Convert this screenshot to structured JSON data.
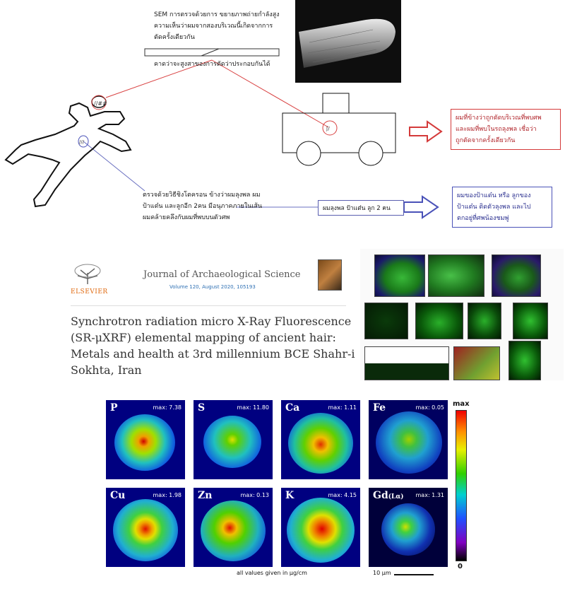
{
  "top_diagram": {
    "sem_caption_line1": "SEM การตรวจด้วยการ  ขยายภาพถ่ายกำลังสูง",
    "sem_caption_line2": "ความเห็นว่าผมจากสองบริเวณนี้เกิดจากการ",
    "sem_caption_line3": "ตัดครั้งเดียวกัน",
    "sem_caption_line4": "คาดว่าจะสูงสาของการตัดว่าประกอบกันได้",
    "red_box_line1": "ผมที่ข้างว่าถูกตัดบริเวณที่พบศพ",
    "red_box_line2": "และผมที่พบในรถลุงพล เชื่อว่า",
    "red_box_line3": "ถูกตัดจากครั้งเดียวกัน",
    "dna_line1": "ตรวจด้วยวิธีชิงโตครอน ข้างว่าผมลุงพล ผม",
    "dna_line2": "ป้าแต๋น และลูกอีก 2คน มีอนุภาคภายในเส้น",
    "dna_line3": "ผมคล้ายคลึงกับผมที่พบบนตัวศพ",
    "mid_box": "ผมลุงพล ป้าแต๋น ลูก 2 คน",
    "blue_box_line1": "ผมของป้าแต๋น หรือ ลูกของ",
    "blue_box_line2": "ป้าแต๋น ติดตัวลุงพล และไป",
    "blue_box_line3": "ตกอยู่ที่ศพน้องชมพู่"
  },
  "paper": {
    "publisher": "ELSEVIER",
    "journal": "Journal of Archaeological Science",
    "volume": "Volume 120, August 2020, 105193",
    "title_line1": "Synchrotron radiation micro X-Ray Fluorescence",
    "title_line2": "(SR-μXRF) elemental mapping of ancient hair:",
    "title_line3": "Metals and health at 3rd millennium BCE Shahr-i",
    "title_line4": "Sokhta, Iran"
  },
  "maps": {
    "panels": [
      {
        "element": "P",
        "max": "max: 7.38"
      },
      {
        "element": "S",
        "max": "max: 11.80"
      },
      {
        "element": "Ca",
        "max": "max: 1.11"
      },
      {
        "element": "Fe",
        "max": "max: 0.05"
      },
      {
        "element": "Cu",
        "max": "max: 1.98"
      },
      {
        "element": "Zn",
        "max": "max: 0.13"
      },
      {
        "element": "K",
        "max": "max: 4.15"
      },
      {
        "element": "Gd",
        "sub": "(Lα)",
        "max": "max: 1.31"
      }
    ],
    "colorbar_max": "max",
    "colorbar_min": "0",
    "units_note": "all values given in μg/cm",
    "scale_bar": "10 μm"
  }
}
